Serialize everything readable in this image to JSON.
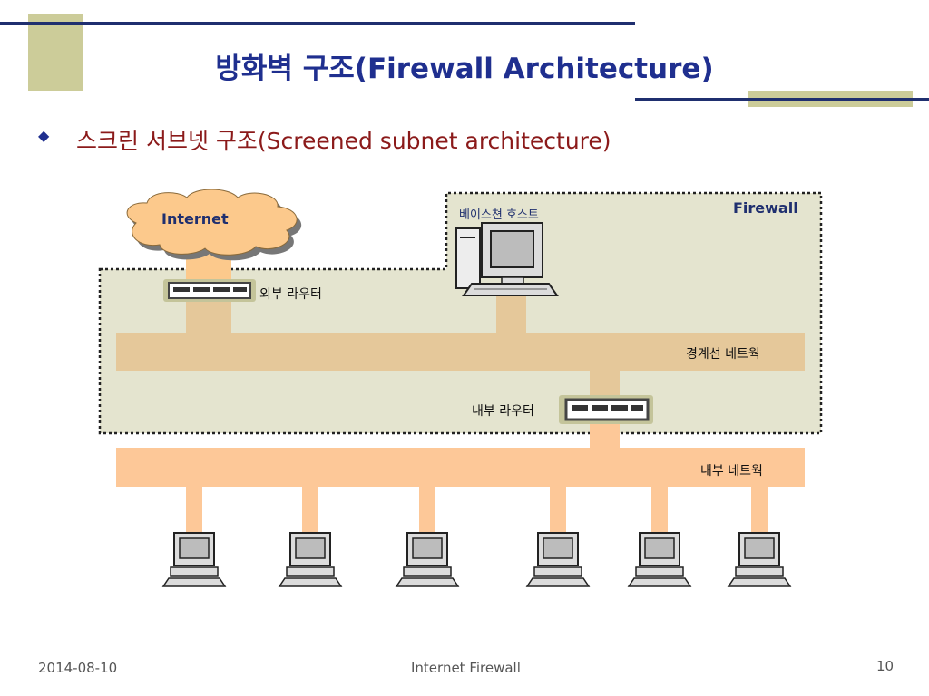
{
  "slide": {
    "title": "방화벽 구조(Firewall Architecture)",
    "bullet": "스크린 서브넷 구조(Screened subnet architecture)",
    "footer_date": "2014-08-10",
    "footer_center": "Internet Firewall",
    "page_number": "10"
  },
  "diagram": {
    "internet_label": "Internet",
    "firewall_label": "Firewall",
    "bastion_label": "베이스쳔 호스트",
    "external_router_label": "외부 라우터",
    "perimeter_network_label": "경계선 네트웍",
    "internal_router_label": "내부 라우터",
    "internal_network_label": "내부 네트웍",
    "workstation_count": 6
  },
  "colors": {
    "title": "#1f2f8f",
    "bullet_text": "#8b1a1a",
    "accent_olive": "#cccc99",
    "navy_rule": "#1f2f6f",
    "perimeter_bar": "#e5c89a",
    "internal_bar": "#fdc898",
    "cloud": "#fcc98c",
    "firewall_zone": "#e4e4cf"
  }
}
